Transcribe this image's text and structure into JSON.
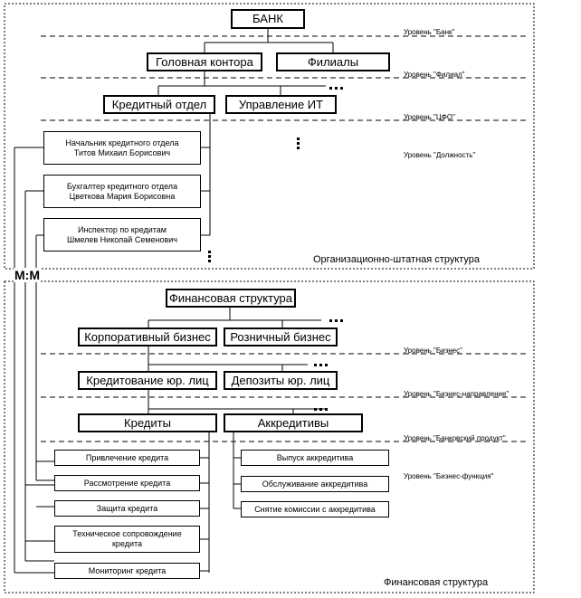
{
  "org": {
    "bank": "БАНК",
    "head_office": "Головная контора",
    "branches": "Филиалы",
    "credit_dept": "Кредитный отдел",
    "it_dept": "Управление ИТ",
    "levels": {
      "bank": "Уровень \"Банк\"",
      "branch": "Уровень \"Филиал\"",
      "cfo": "Уровень \"ЦФО\"",
      "position": "Уровень \"Должность\""
    },
    "positions": [
      {
        "title": "Начальник кредитного отдела",
        "name": "Титов Михаил Борисович"
      },
      {
        "title": "Бухгалтер кредитного отдела",
        "name": "Цветкова Мария Борисовна"
      },
      {
        "title": "Инспектор по кредитам",
        "name": "Шмелев Николай Семенович"
      }
    ],
    "caption": "Организационно-штатная структура"
  },
  "mm_label": "М:М",
  "fin": {
    "root": "Финансовая структура",
    "corporate": "Корпоративный бизнес",
    "retail": "Розничный бизнес",
    "legal_lending": "Кредитование юр. лиц",
    "legal_deposits": "Депозиты юр. лиц",
    "credits": "Кредиты",
    "letters": "Аккредитивы",
    "levels": {
      "business": "Уровень \"Бизнес\"",
      "direction": "Уровень \"Бизнес-направление\"",
      "product": "Уровень \"Банковский продукт\"",
      "function": "Уровень \"Бизнес-функция\""
    },
    "credit_functions": [
      "Привлечение кредита",
      "Рассмотрение кредита",
      "Защита кредита",
      "Техническое сопровождение кредита",
      "Мониторинг кредита"
    ],
    "letter_functions": [
      "Выпуск аккредитива",
      "Обслуживание аккредитива",
      "Снятие комиссии с аккредитива"
    ],
    "caption": "Финансовая структура"
  }
}
